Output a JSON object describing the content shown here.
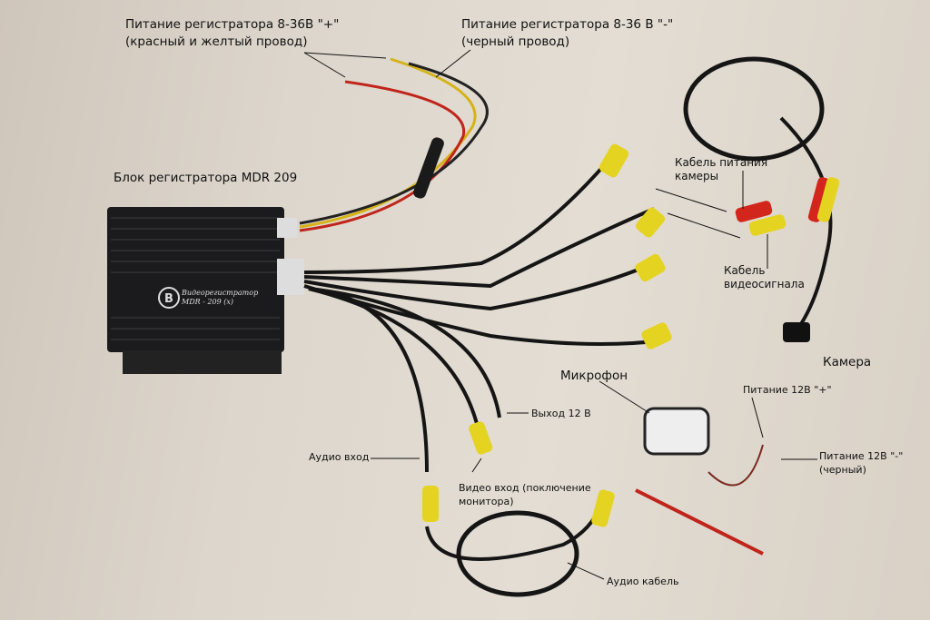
{
  "labels": {
    "power_plus": [
      "Питание регистратора 8-36В \"+\"",
      "(красный и желтый провод)"
    ],
    "power_minus": [
      "Питание регистратора 8-36 В \"-\"",
      "(черный провод)"
    ],
    "recorder_unit": "Блок регистратора MDR 209",
    "camera_power_cable": [
      "Кабель питания",
      "камеры"
    ],
    "video_cable": [
      "Кабель",
      "видеосигнала"
    ],
    "camera": "Камера",
    "microphone": "Микрофон",
    "power_12v_plus": "Питание 12В \"+\"",
    "power_12v_minus": [
      "Питание 12В  \"-\"",
      "(черный)"
    ],
    "output_12v": "Выход 12 В",
    "audio_in": "Аудио вход",
    "video_in": [
      "Видео вход (поключение",
      "монитора)"
    ],
    "audio_cable": "Аудио кабель"
  },
  "device": {
    "brand_text": "Видеорегистратор",
    "model_text": "MDR - 209 (x)"
  }
}
